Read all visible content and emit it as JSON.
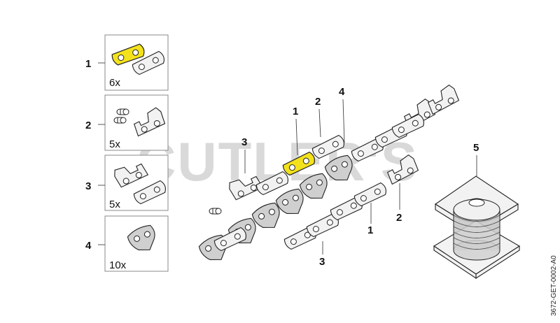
{
  "watermark": "CUTLER'S",
  "drawing_code": "3672-GET-0002-A0",
  "legend": [
    {
      "number": "1",
      "quantity": "6x"
    },
    {
      "number": "2",
      "quantity": "5x"
    },
    {
      "number": "3",
      "quantity": "5x"
    },
    {
      "number": "4",
      "quantity": "10x"
    }
  ],
  "callouts": {
    "c1_top": "1",
    "c2_top": "2",
    "c4_top": "4",
    "c3_left": "3",
    "c1_bottom": "1",
    "c2_right": "2",
    "c3_bottom": "3",
    "c5_spool": "5"
  },
  "colors": {
    "highlight": "#f3e21b",
    "outline": "#222222",
    "box_border": "#888888",
    "watermark": "#d9d9d9"
  }
}
